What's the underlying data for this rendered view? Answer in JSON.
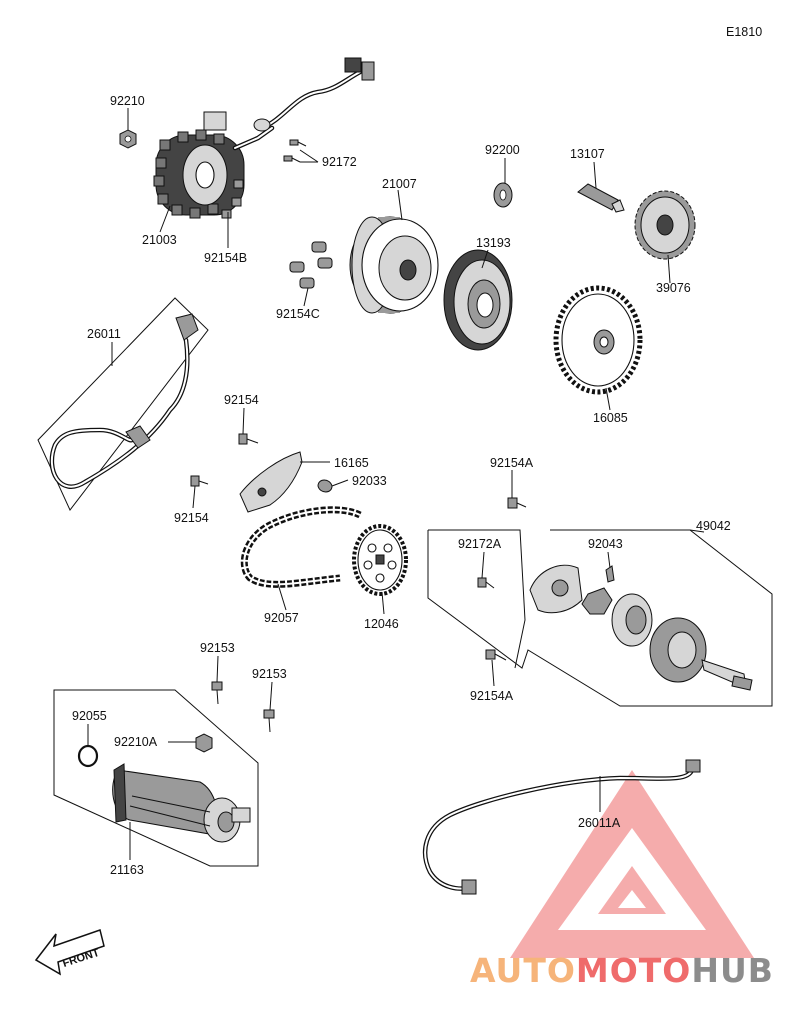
{
  "diagram": {
    "code": "E1810",
    "front_label": "FRONT",
    "labels": {
      "p92210": "92210",
      "p92172": "92172",
      "p21003": "21003",
      "p92154B": "92154B",
      "p21007": "21007",
      "p92200": "92200",
      "p13107": "13107",
      "p13193": "13193",
      "p39076": "39076",
      "p92154C": "92154C",
      "p16085": "16085",
      "p26011": "26011",
      "p92154_top": "92154",
      "p16165": "16165",
      "p92033": "92033",
      "p92154_bot": "92154",
      "p92154A_top": "92154A",
      "p49042": "49042",
      "p92172A": "92172A",
      "p92043": "92043",
      "p92057": "92057",
      "p12046": "12046",
      "p92154A_bot": "92154A",
      "p92153_a": "92153",
      "p92153_b": "92153",
      "p92055": "92055",
      "p92210A": "92210A",
      "p21163": "21163",
      "p26011A": "26011A"
    }
  },
  "watermark": {
    "part1": "AUTO",
    "part2": "MOTO",
    "part3": "HUB",
    "color_orange": "#f6b47a",
    "color_red": "#ef6b6b",
    "color_gray": "#8c8c8c"
  }
}
